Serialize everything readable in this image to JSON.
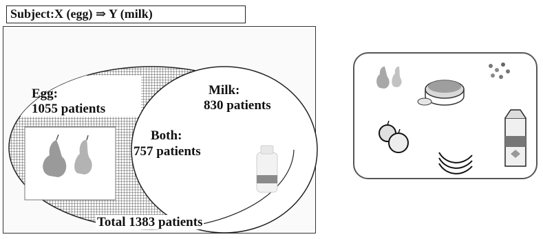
{
  "subject": {
    "text": "Subject:X (egg) ⇒ Y (milk)"
  },
  "venn": {
    "egg_label": "Egg:",
    "egg_count": "1055 patients",
    "milk_label": "Milk:",
    "milk_count": "830 patients",
    "both_label": "Both:",
    "both_count": "757 patients",
    "total": "Total 1383 patients"
  },
  "food_panel": {
    "icons": [
      "pears-icon",
      "pie-icon",
      "cheese-icon",
      "apples-icon",
      "bananas-icon",
      "milk-carton-icon"
    ]
  }
}
